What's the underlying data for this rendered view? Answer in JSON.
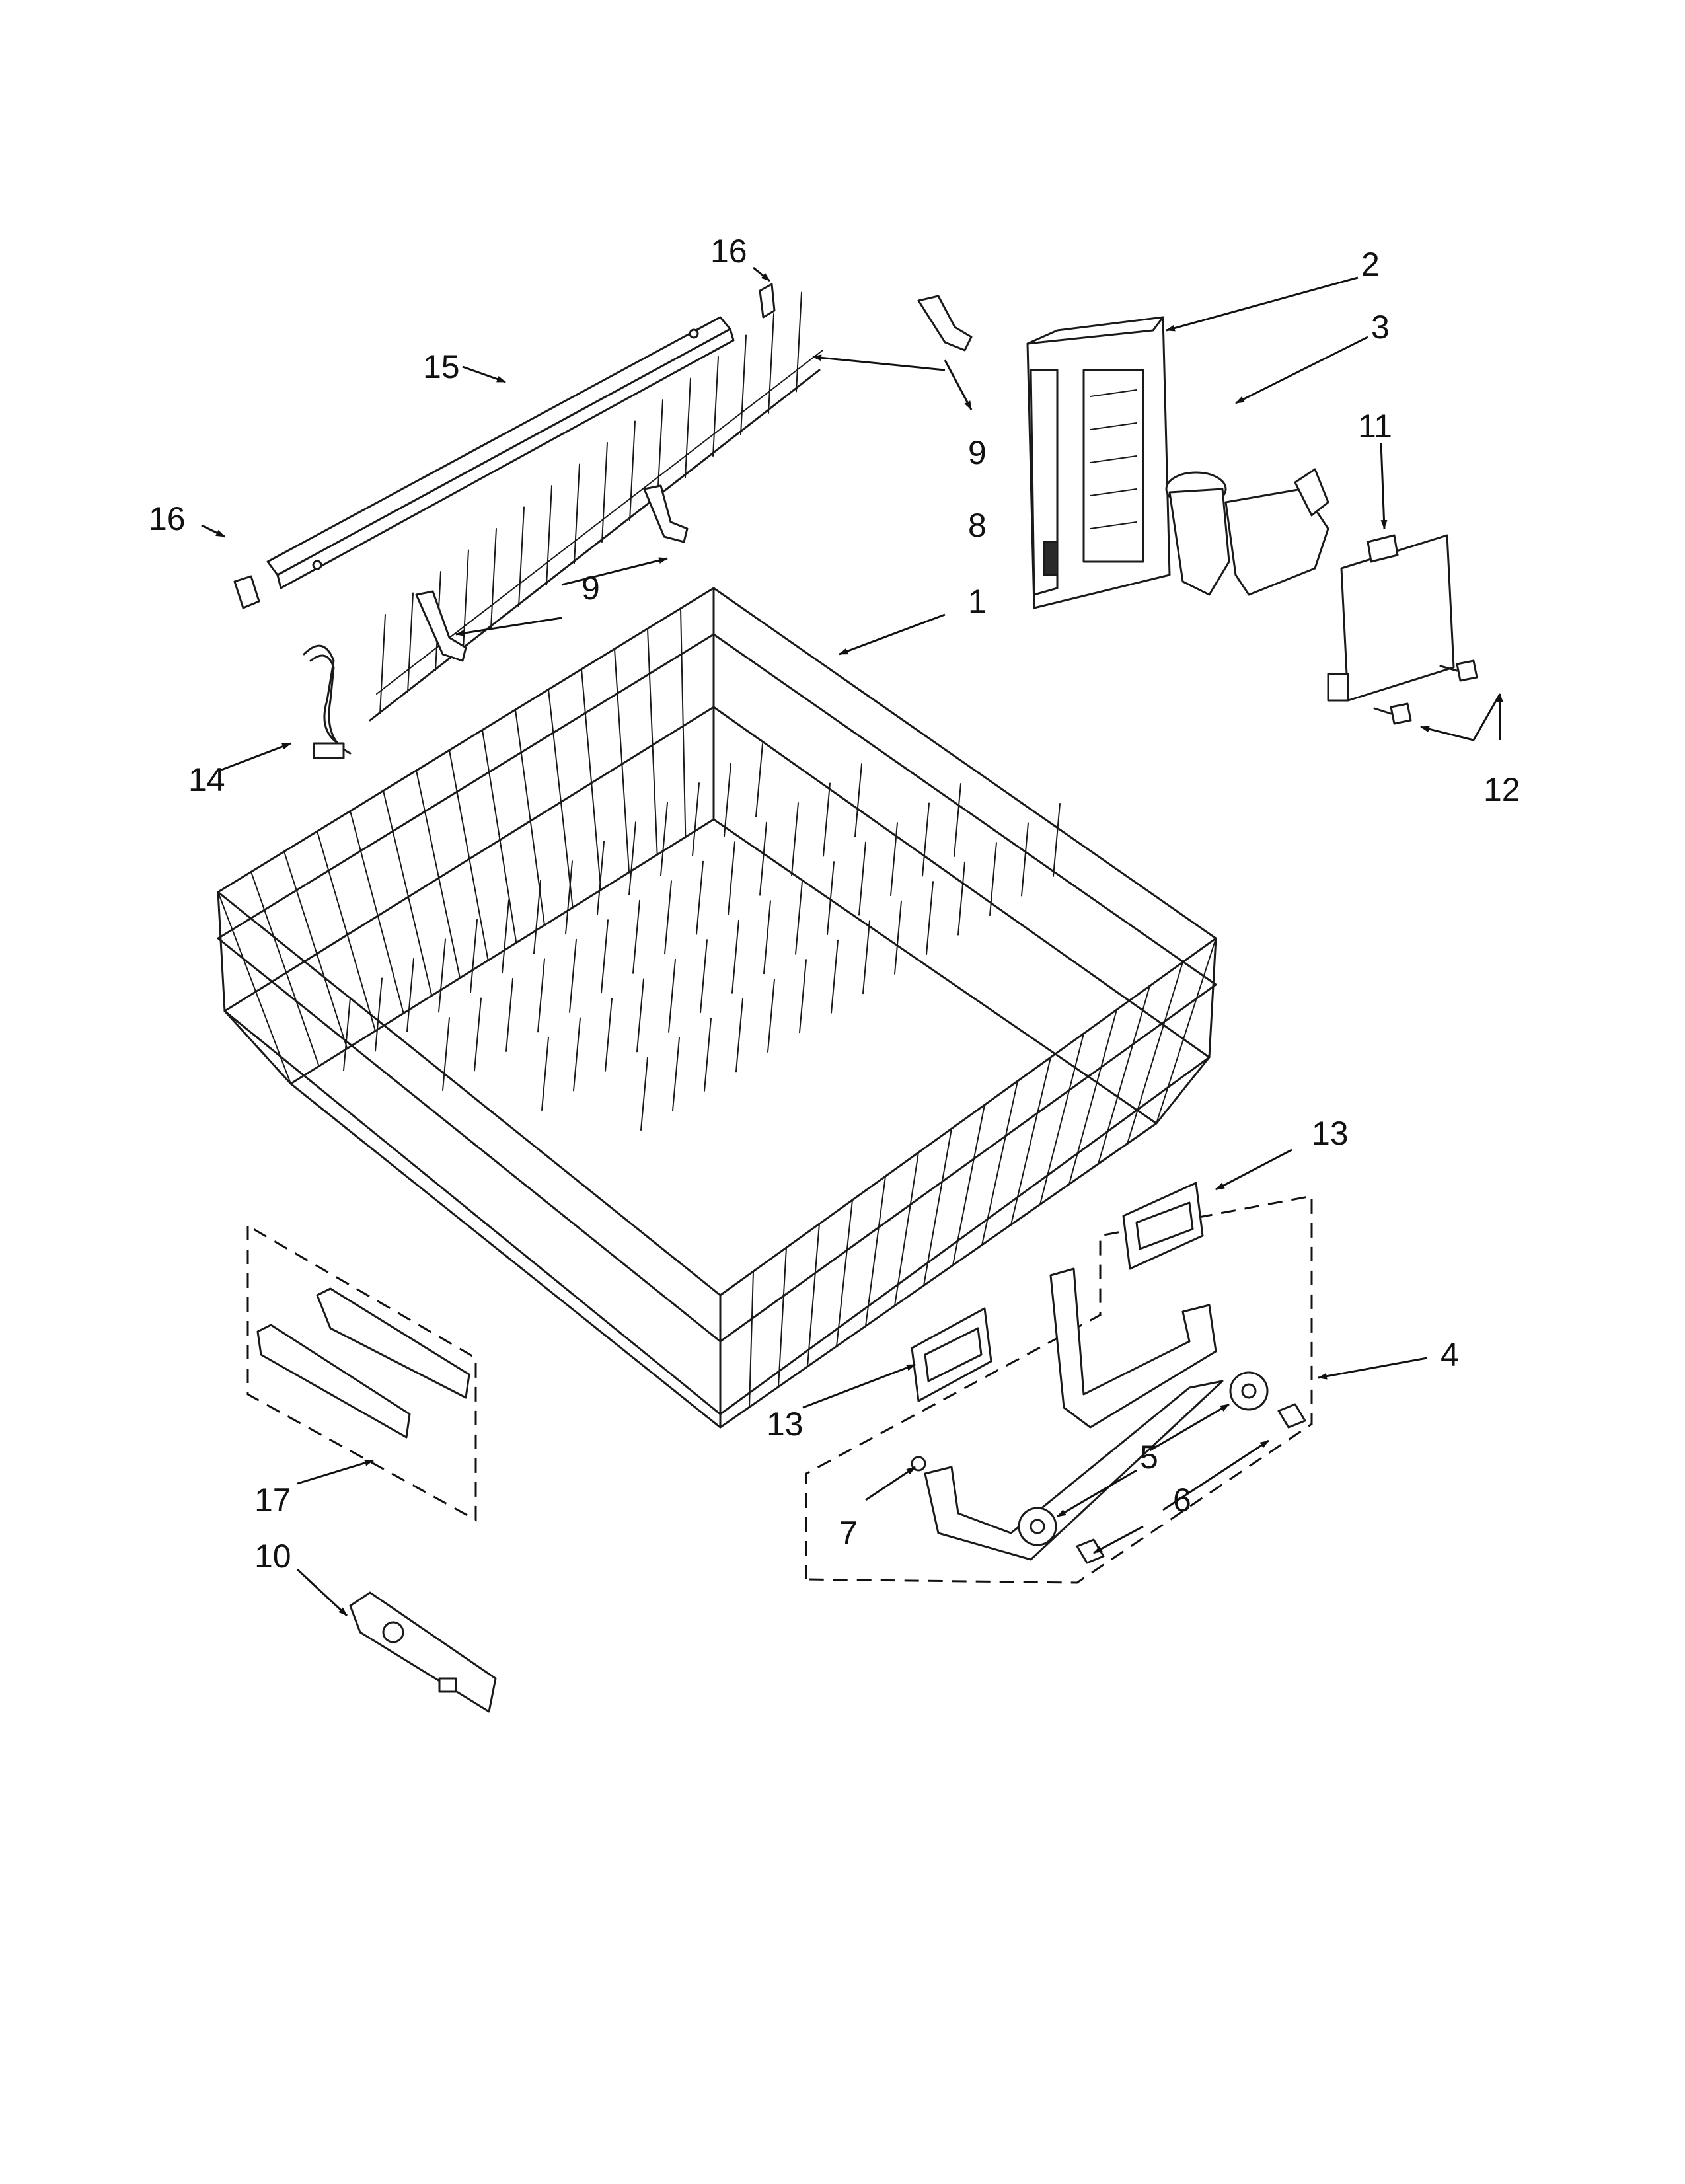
{
  "callouts": {
    "c1": "1",
    "c2": "2",
    "c3": "3",
    "c4": "4",
    "c5": "5",
    "c6": "6",
    "c7": "7",
    "c8": "8",
    "c9a": "9",
    "c9b": "9",
    "c10": "10",
    "c11": "11",
    "c12": "12",
    "c13a": "13",
    "c13b": "13",
    "c14": "14",
    "c15": "15",
    "c16a": "16",
    "c16b": "16",
    "c17": "17"
  }
}
